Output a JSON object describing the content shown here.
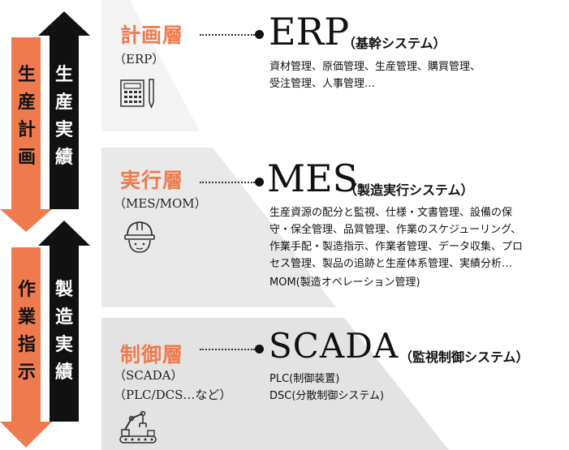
{
  "colors": {
    "orange": "#ee7a4d",
    "dark": "#111111",
    "band_light": "#f3f3f3",
    "band_mid": "#e8e8e8",
    "band_dark": "#e2e2e2"
  },
  "arrows": {
    "planning": "生産計画",
    "results_top": "生産実績",
    "instructions": "作業指示",
    "results_bottom": "製造実績"
  },
  "levels": [
    {
      "name": "計画層",
      "sub": "（ERP）",
      "icon": "calculator-document-icon",
      "system": "ERP",
      "system_desc": "（基幹システム）",
      "detail": "資材管理、原価管理、生産管理、購買管理、\n受注管理、人事管理…"
    },
    {
      "name": "実行層",
      "sub": "（MES/MOM）",
      "icon": "hard-hat-icon",
      "system": "MES",
      "system_desc": "（製造実行システム）",
      "detail": "生産資源の配分と監視、仕様・文書管理、設備の保\n守・保全管理、品質管理、作業のスケジューリング、\n作業手配・製造指示、作業者管理、データ収集、プロ\nセス管理、製品の追跡と生産体系管理、実績分析…",
      "detail2": "MOM(製造オペレーション管理)"
    },
    {
      "name": "制御層",
      "sub": "（SCADA）",
      "sub2": "（PLC/DCS…など）",
      "icon": "robot-arm-icon",
      "system": "SCADA",
      "system_desc": "（監視制御システム）",
      "detail": "PLC(制御装置)\nDSC(分散制御システム)"
    }
  ]
}
